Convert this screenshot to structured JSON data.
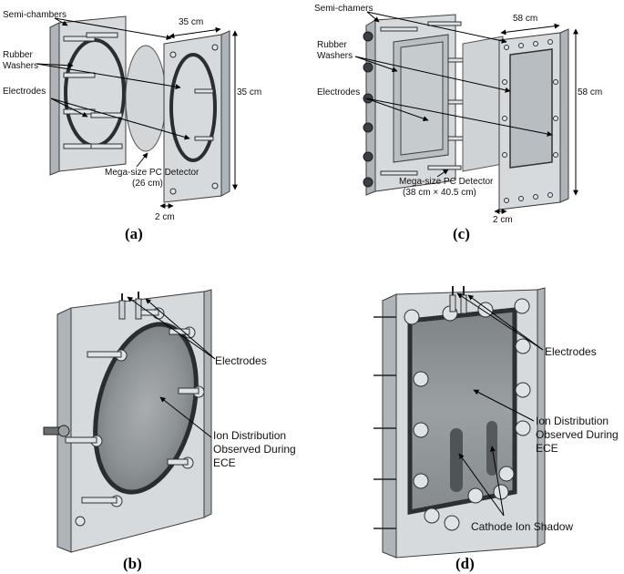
{
  "panel_a": {
    "tag": "(a)",
    "semi_chambers": "Semi-chambers",
    "rubber_washers": "Rubber\nWashers",
    "electrodes": "Electrodes",
    "detector": "Mega-size PC Detector",
    "detector_size": "(26 cm)",
    "width_dim": "35 cm",
    "height_dim": "35 cm",
    "thickness_dim": "2 cm"
  },
  "panel_b": {
    "tag": "(b)",
    "electrodes": "Electrodes",
    "ion_dist": "Ion Distribution\nObserved During\nECE"
  },
  "panel_c": {
    "tag": "(c)",
    "semi_chambers": "Semi-chamers",
    "rubber_washers": "Rubber\nWashers",
    "electrodes": "Electrodes",
    "detector": "Mega-size PC Detector",
    "detector_size": "(38 cm × 40.5 cm)",
    "width_dim": "58 cm",
    "height_dim": "58 cm",
    "thickness_dim": "2 cm"
  },
  "panel_d": {
    "tag": "(d)",
    "electrodes": "Electrodes",
    "ion_dist": "Ion Distribution\nObserved During\nECE",
    "cathode_shadow": "Cathode Ion Shadow"
  }
}
